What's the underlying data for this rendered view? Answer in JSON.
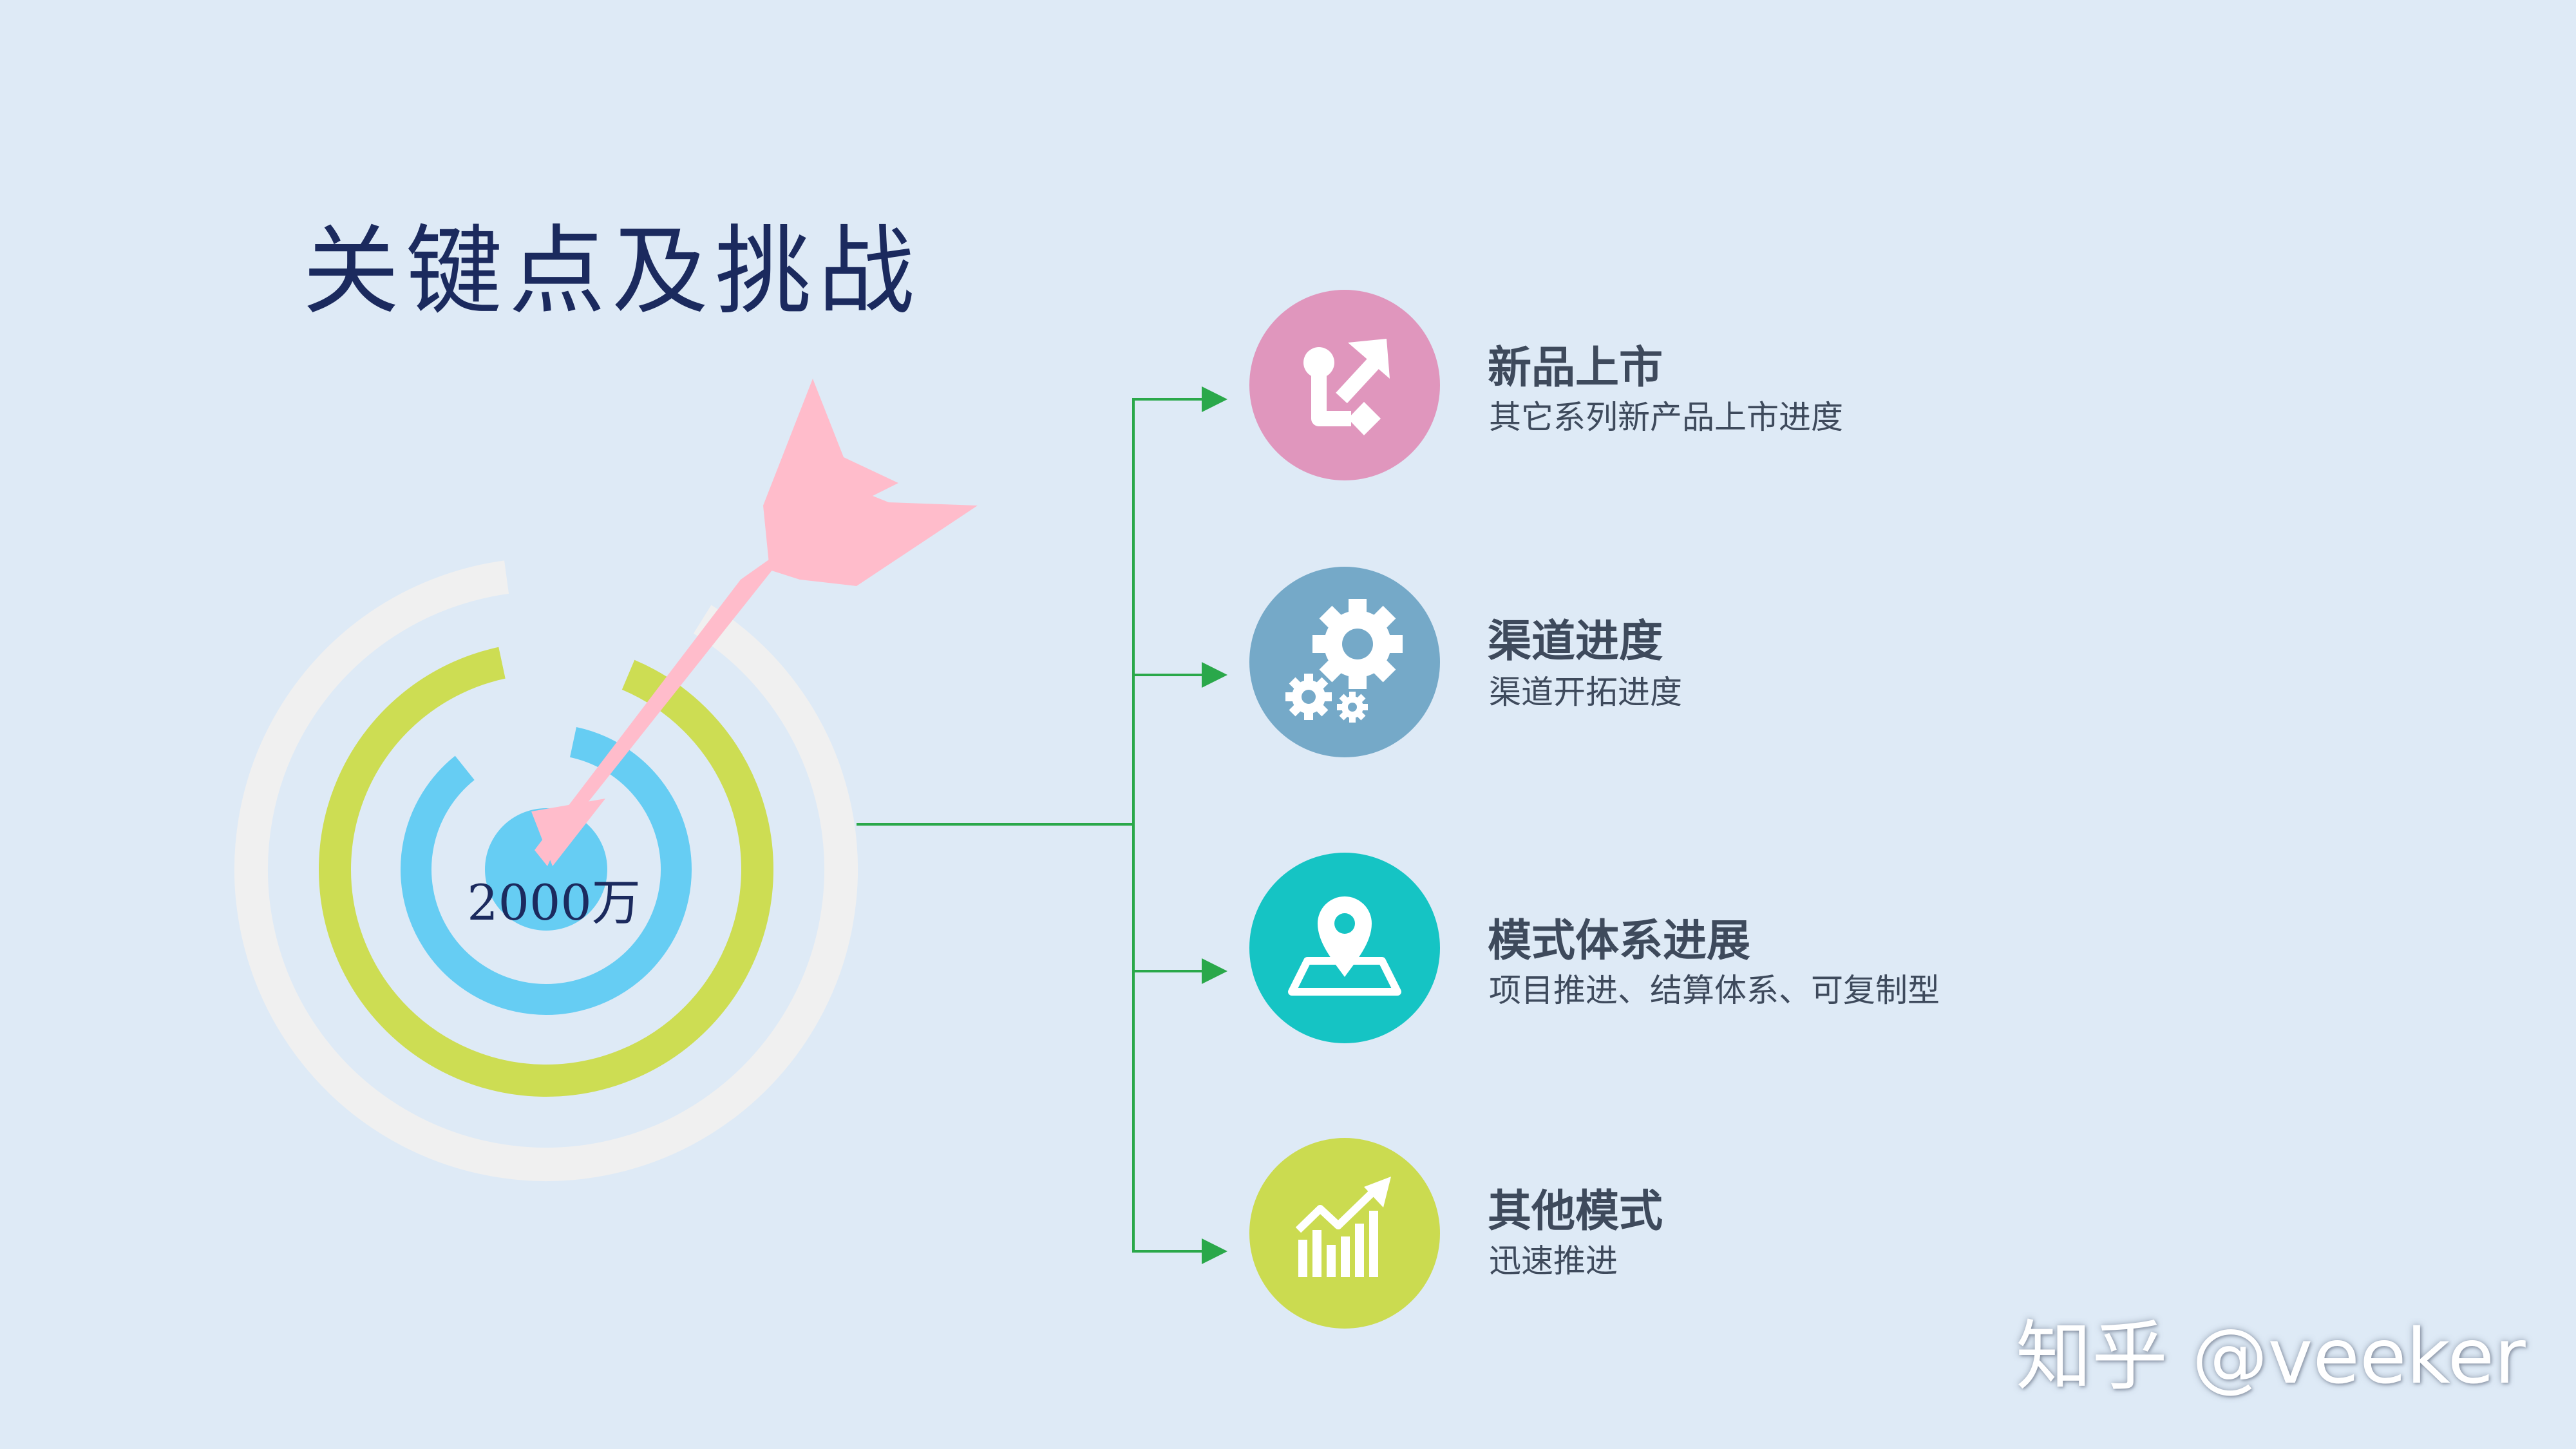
{
  "title": "关键点及挑战",
  "center_value": "2000万",
  "colors": {
    "background": "#deeaf6",
    "title": "#1b2a5e",
    "ring_outer": "#f0f0f0",
    "ring_green": "#cddd53",
    "ring_blue": "#66cdf3",
    "arrow": "#ffbccb",
    "connector": "#2aa84a",
    "item_text": "#3e4a5c"
  },
  "items": [
    {
      "title": "新品上市",
      "desc": "其它系列新产品上市进度",
      "icon": "arrows-share-icon",
      "color": "#e096bd"
    },
    {
      "title": "渠道进度",
      "desc": "渠道开拓进度",
      "icon": "gears-icon",
      "color": "#75a9c8"
    },
    {
      "title": "模式体系进展",
      "desc": "项目推进、结算体系、可复制型",
      "icon": "map-pin-icon",
      "color": "#15c4c4"
    },
    {
      "title": "其他模式",
      "desc": "迅速推进",
      "icon": "growth-chart-icon",
      "color": "#cbdb50"
    }
  ],
  "watermark": "知乎 @veeker"
}
